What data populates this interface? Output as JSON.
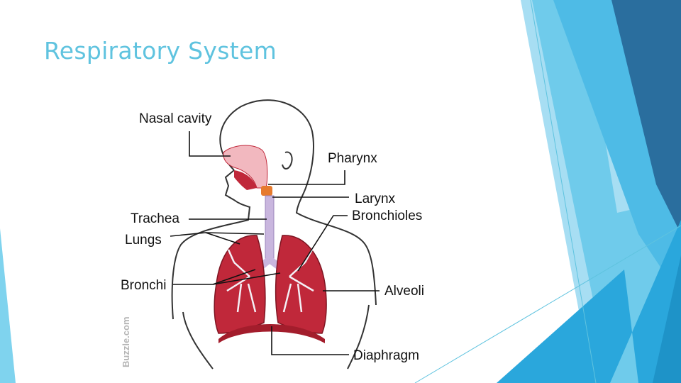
{
  "slide": {
    "title": "Respiratory System"
  },
  "diagram": {
    "labels": {
      "nasal_cavity": "Nasal cavity",
      "pharynx": "Pharynx",
      "larynx": "Larynx",
      "bronchioles": "Bronchioles",
      "trachea": "Trachea",
      "lungs": "Lungs",
      "bronchi": "Bronchi",
      "alveoli": "Alveoli",
      "diaphragm": "Diaphragm"
    },
    "watermark": "Buzzle.com"
  },
  "colors": {
    "title": "#5fc3df",
    "accent_light": "#7fd3ee",
    "accent_mid": "#2aa7dc",
    "accent_dark": "#2a6e9e",
    "lung": "#c0283a",
    "diaphragm": "#a31d2c",
    "trachea": "#c9b6de"
  }
}
